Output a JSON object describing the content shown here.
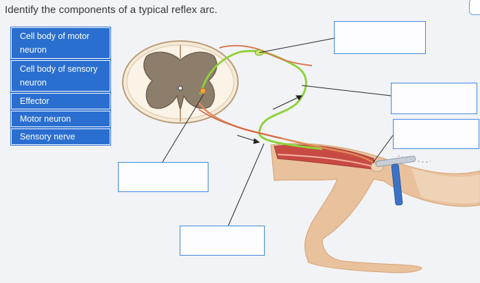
{
  "question": "Identify the components of a typical reflex arc.",
  "options": [
    "Cell body of motor neuron",
    "Cell body of sensory neuron",
    "Effector",
    "Motor neuron",
    "Sensory nerve"
  ],
  "drop_targets_count": 5,
  "colors": {
    "option_bg": "#2a6fd0",
    "drop_border": "#3d86de",
    "sensory_neuron": "#8fd13b",
    "motor_neuron": "#e08a5a",
    "grey_matter": "#8a7b6a",
    "skin": "#e7b98e"
  }
}
